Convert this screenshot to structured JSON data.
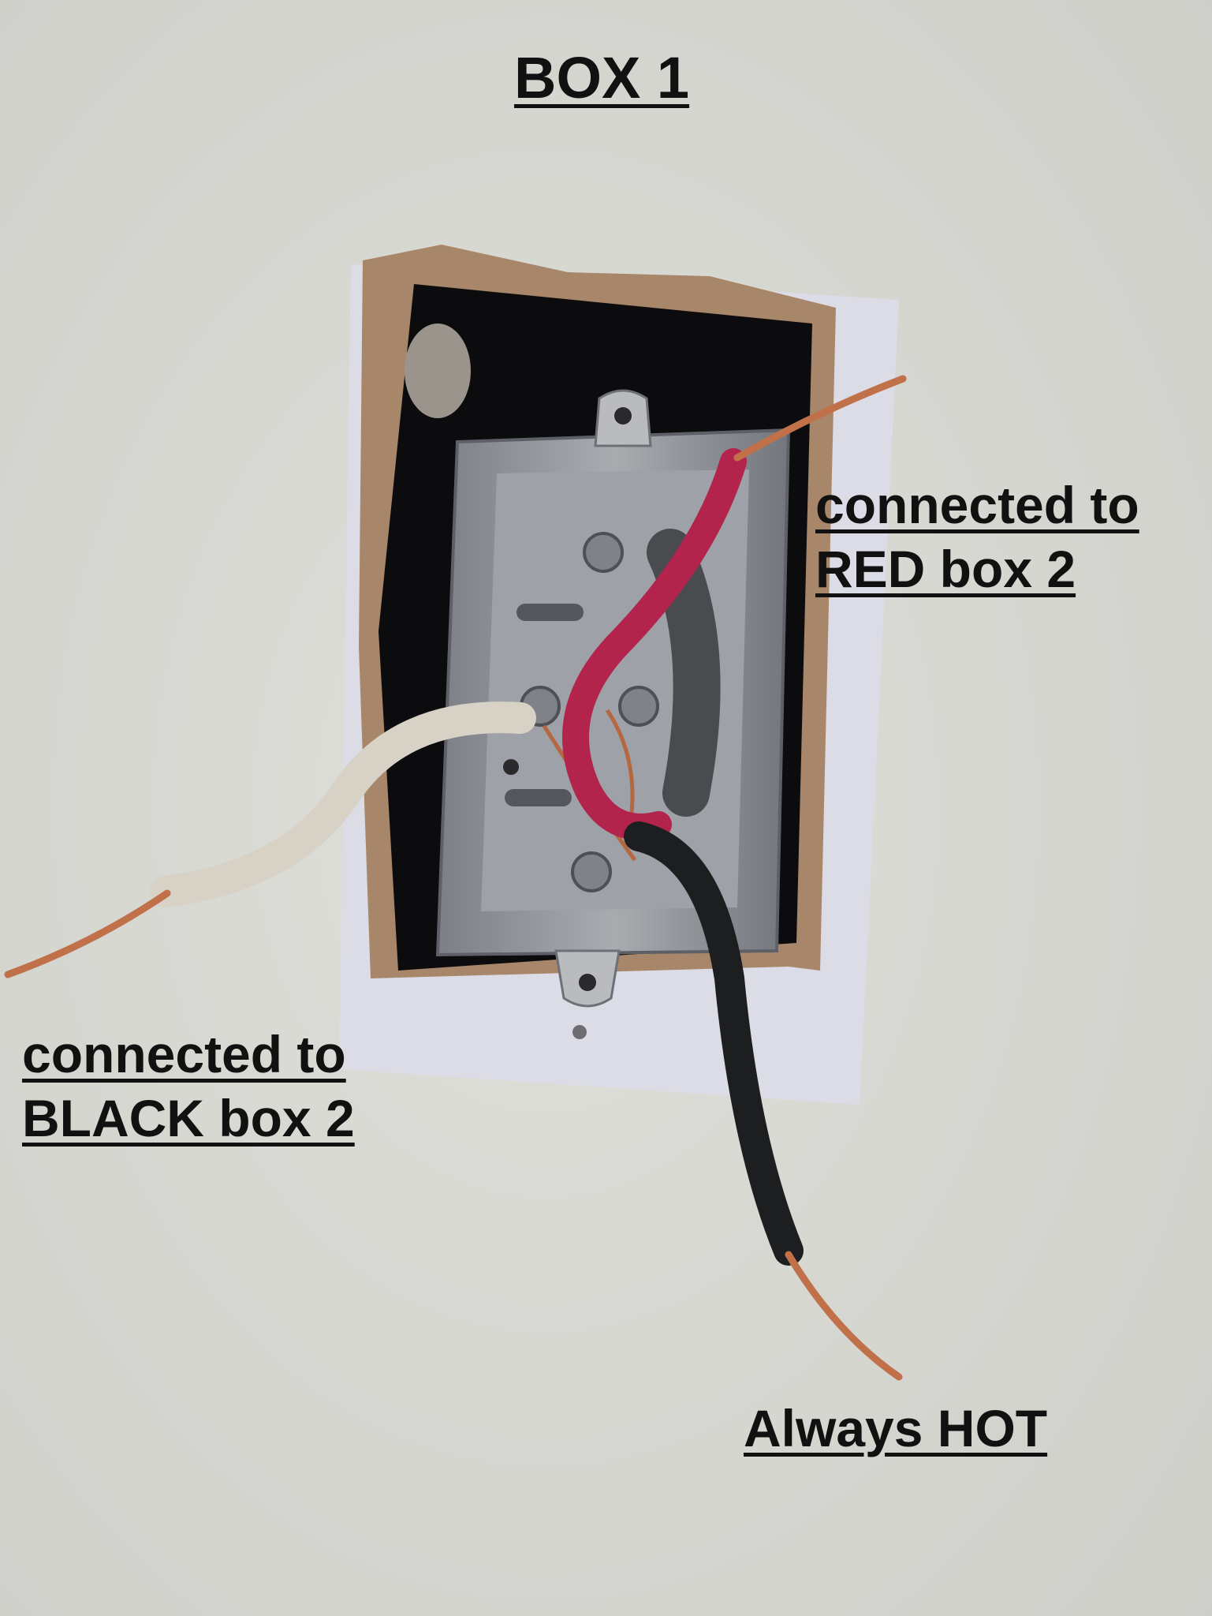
{
  "labels": {
    "title": "BOX 1",
    "red_note_line1": "connected to",
    "red_note_line2": "RED box 2",
    "black_note_line1": "connected to",
    "black_note_line2": "BLACK box 2",
    "hot_note": "Always HOT"
  },
  "colors": {
    "wall": "#d9d9d4",
    "patch": "#dcdce6",
    "cavity": "#0c0c0e",
    "box_metal": "#8e9096",
    "red_wire": "#b3244c",
    "white_wire": "#d8d2c6",
    "black_wire": "#1d1e1f",
    "copper": "#c0714a"
  }
}
